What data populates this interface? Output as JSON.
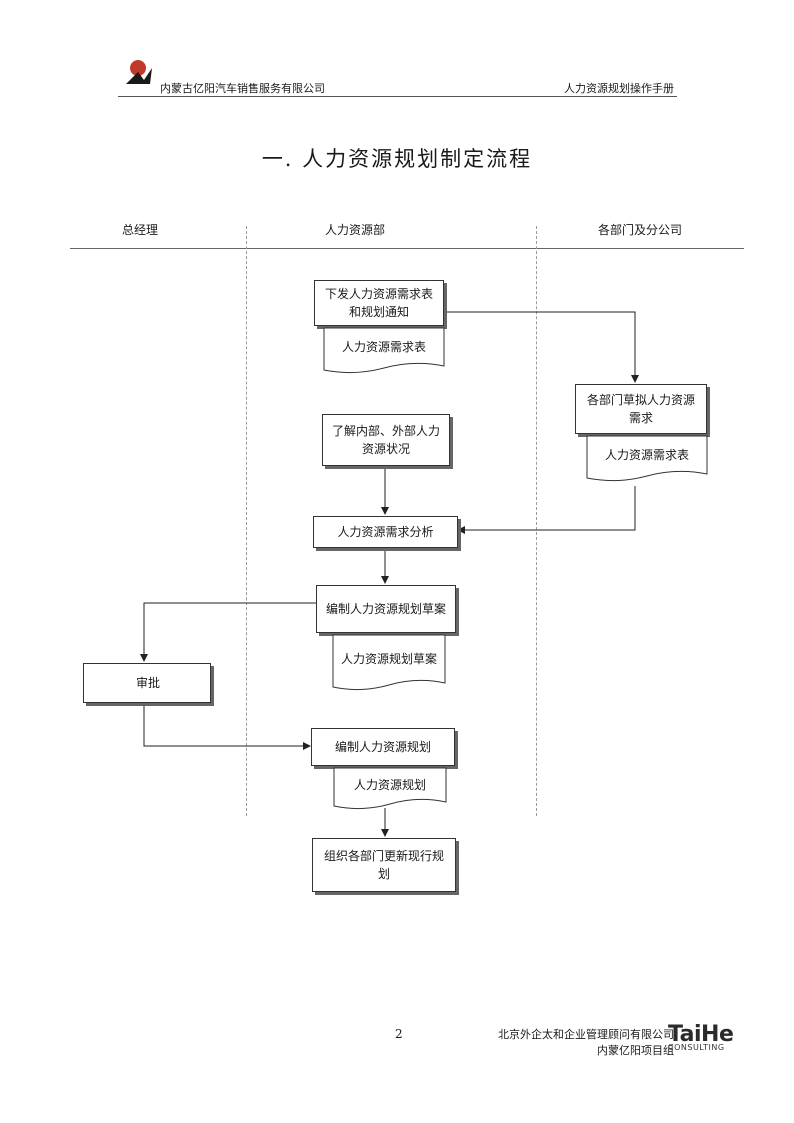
{
  "header": {
    "left_text": "内蒙古亿阳汽车销售服务有限公司",
    "right_text": "人力资源规划操作手册"
  },
  "title": "一. 人力资源规划制定流程",
  "lanes": [
    "总经理",
    "人力资源部",
    "各部门及分公司"
  ],
  "flow": {
    "step1": "下发人力资源需求表和规划通知",
    "doc1": "人力资源需求表",
    "step2": "各部门草拟人力资源需求",
    "doc2": "人力资源需求表",
    "step3": "了解内部、外部人力资源状况",
    "step4": "人力资源需求分析",
    "step5": "编制人力资源规划草案",
    "doc3": "人力资源规划草案",
    "step6": "审批",
    "step7": "编制人力资源规划",
    "doc4": "人力资源规划",
    "step8": "组织各部门更新现行规划"
  },
  "footer": {
    "page_number": "2",
    "company_line1": "北京外企太和企业管理顾问有限公司",
    "company_line2": "内蒙亿阳项目组",
    "logo_brand": "TaiHe",
    "logo_sub": "CONSULTING"
  },
  "colors": {
    "logo_red": "#c0392b",
    "logo_black": "#1a1a1a"
  }
}
